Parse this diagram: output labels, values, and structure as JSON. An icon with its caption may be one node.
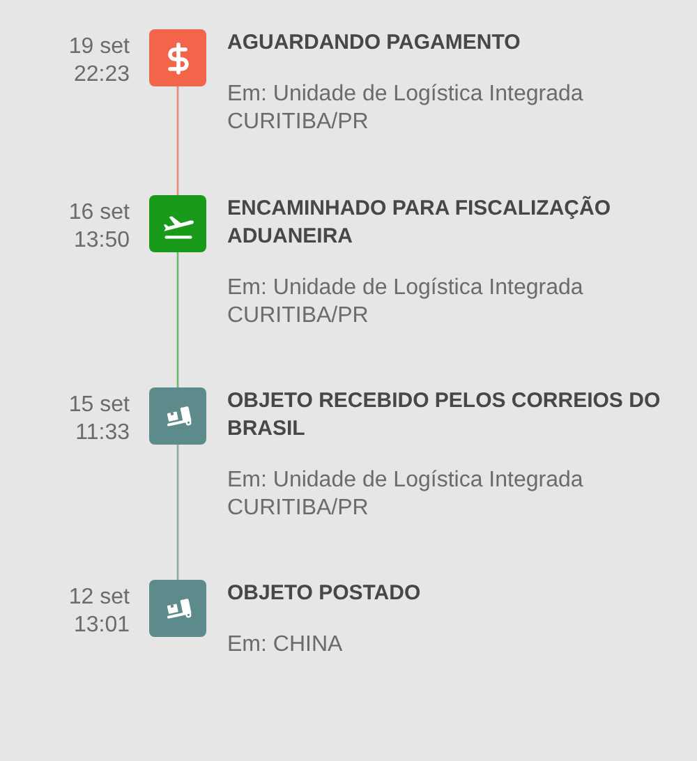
{
  "diagram": {
    "nodes": [
      {
        "text": [],
        "shape": "box",
        "beside": [
          "19 set 22:23",
          "AGUARDANDO PAGAMENTO",
          "Em: Unidade de Logística Integrada CURITIBA/PR"
        ]
      },
      {
        "text": [],
        "shape": "box",
        "beside": [
          "16 set 13:50",
          "ENCAMINHADO PARA FISCALIZAÇÃO ADUANEIRA",
          "Em: Unidade de Logística Integrada CURITIBA/PR"
        ]
      },
      {
        "text": [],
        "shape": "box",
        "beside": [
          "15 set 11:33",
          "OBJETO RECEBIDO PELOS CORREIOS DO BRASIL",
          "Em: Unidade de Logística Integrada CURITIBA/PR"
        ]
      },
      {
        "text": [],
        "shape": "box",
        "beside": [
          "12 set 13:01",
          "OBJETO POSTADO",
          "Em: CHINA"
        ]
      }
    ],
    "edges": [
      {
        "from": 0,
        "to": 1,
        "arrow": "none",
        "color": "#e8877a"
      },
      {
        "from": 1,
        "to": 2,
        "arrow": "none",
        "color": "#6db46d"
      },
      {
        "from": 2,
        "to": 3,
        "arrow": "none",
        "color": "#8ea9a9"
      }
    ]
  }
}
